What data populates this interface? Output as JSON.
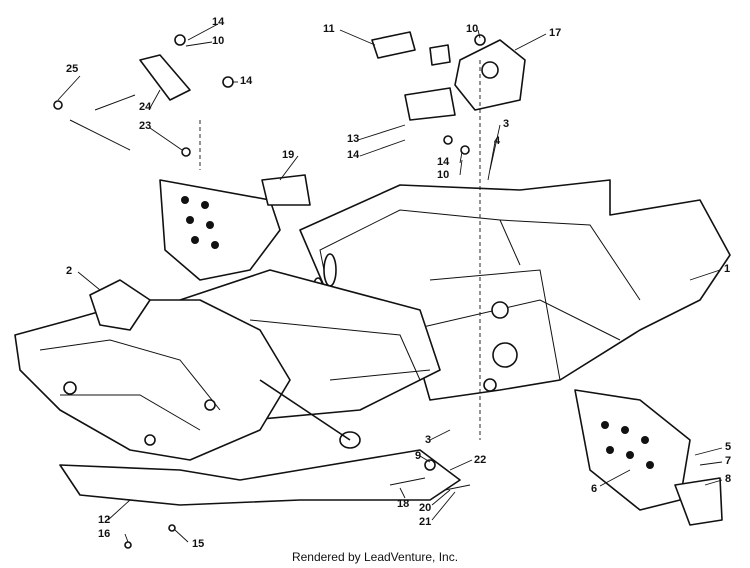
{
  "callouts": [
    "1",
    "2",
    "3",
    "3",
    "4",
    "5",
    "6",
    "7",
    "8",
    "9",
    "10",
    "10",
    "10",
    "11",
    "12",
    "13",
    "14",
    "14",
    "14",
    "14",
    "15",
    "16",
    "17",
    "18",
    "19",
    "20",
    "21",
    "22",
    "23",
    "24",
    "25"
  ],
  "footer": {
    "credit": "Rendered by LeadVenture, Inc."
  }
}
